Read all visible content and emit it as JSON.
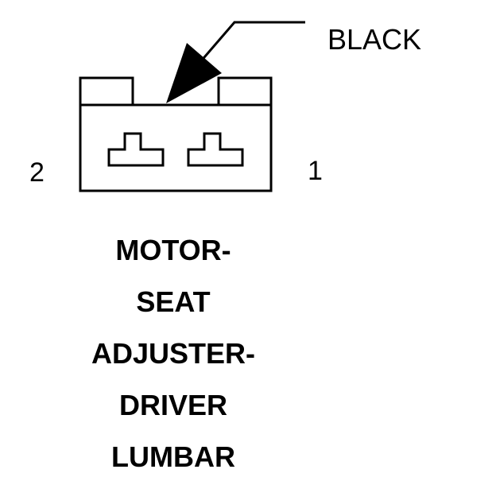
{
  "connector": {
    "wire_color_label": "BLACK",
    "pin_left_label": "2",
    "pin_right_label": "1",
    "stroke_color": "#000000",
    "background_color": "#ffffff"
  },
  "caption": {
    "lines": [
      "MOTOR-",
      "SEAT",
      "ADJUSTER-",
      "DRIVER",
      "LUMBAR"
    ]
  }
}
